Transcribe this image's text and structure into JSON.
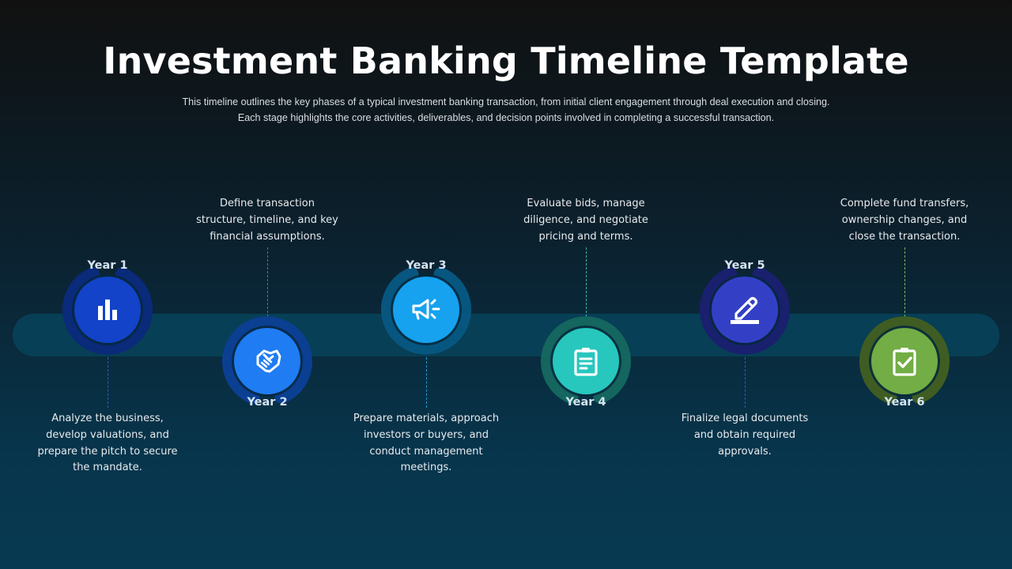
{
  "header": {
    "title": "Investment Banking Timeline Template",
    "subtitle_lines": [
      "This timeline outlines the key phases of a typical investment banking transaction, from initial client engagement through deal execution and closing.",
      "Each stage highlights the core activities, deliverables, and decision points involved in completing a successful transaction."
    ]
  },
  "timeline": {
    "band_color": "#073f56",
    "stages": [
      {
        "label": "Year 1",
        "icon": "bar-chart-icon",
        "ring_color": "#0a2a7a",
        "core_color": "#1243c8",
        "connector_color": "#2a5fd0",
        "description_lines": [
          "Analyze the business,",
          "develop valuations, and",
          "prepare the pitch to secure",
          "the mandate."
        ]
      },
      {
        "label": "Year 2",
        "icon": "handshake-icon",
        "ring_color": "#0b3f92",
        "core_color": "#1f7cf2",
        "connector_color": "#2c7ce0",
        "description_lines": [
          "Define transaction",
          "structure, timeline, and key",
          "financial assumptions."
        ]
      },
      {
        "label": "Year 3",
        "icon": "megaphone-icon",
        "ring_color": "#075680",
        "core_color": "#16a2ef",
        "connector_color": "#2a9ad8",
        "description_lines": [
          "Prepare materials, approach",
          "investors or buyers, and",
          "conduct management",
          "meetings."
        ]
      },
      {
        "label": "Year 4",
        "icon": "clipboard-list-icon",
        "ring_color": "#14665e",
        "core_color": "#27c7be",
        "connector_color": "#2fb9b0",
        "description_lines": [
          "Evaluate bids, manage",
          "diligence, and negotiate",
          "pricing and terms."
        ]
      },
      {
        "label": "Year 5",
        "icon": "pencil-sign-icon",
        "ring_color": "#19206e",
        "core_color": "#3340c6",
        "connector_color": "#3a55c8",
        "description_lines": [
          "Finalize legal documents",
          "and obtain required",
          "approvals."
        ]
      },
      {
        "label": "Year 6",
        "icon": "clipboard-check-icon",
        "ring_color": "#3f5d22",
        "core_color": "#72ad45",
        "connector_color": "#7cb552",
        "description_lines": [
          "Complete fund transfers,",
          "ownership changes, and",
          "close the transaction."
        ]
      }
    ]
  }
}
